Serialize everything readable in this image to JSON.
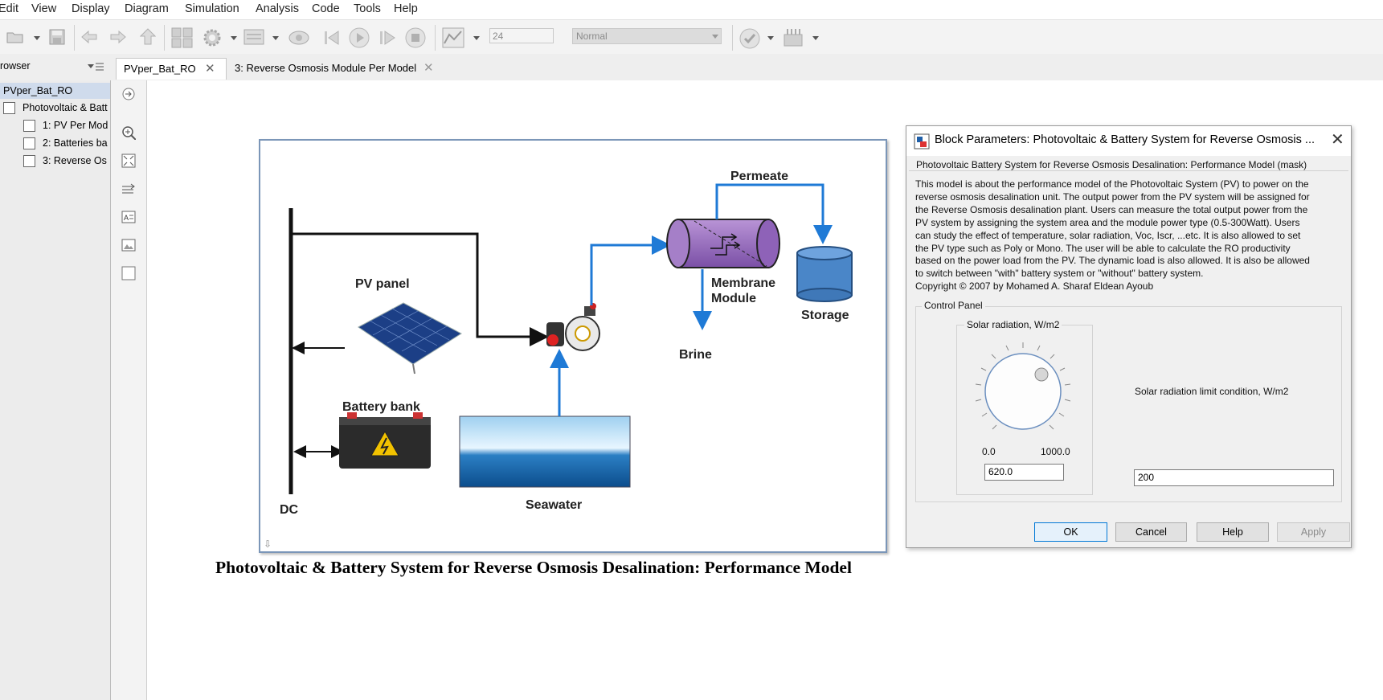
{
  "menubar": {
    "items": [
      "Edit",
      "View",
      "Display",
      "Diagram",
      "Simulation",
      "Analysis",
      "Code",
      "Tools",
      "Help"
    ]
  },
  "toolbar": {
    "stop_time": "24",
    "sim_mode": "Normal"
  },
  "tabs": [
    {
      "label": "PVper_Bat_RO",
      "active": true
    },
    {
      "label": "3: Reverse Osmosis Module Per Model",
      "active": false
    }
  ],
  "browser": {
    "title": "rowser",
    "root": "PVper_Bat_RO",
    "items": [
      "Photovoltaic & Batt",
      "1: PV Per Mod",
      "2: Batteries ba",
      "3: Reverse Os"
    ]
  },
  "diagram": {
    "labels": {
      "pv_panel": "PV panel",
      "battery_bank": "Battery  bank",
      "dc": "DC",
      "seawater": "Seawater",
      "permeate": "Permeate",
      "membrane": "Membrane",
      "module": "Module",
      "storage": "Storage",
      "brine": "Brine"
    },
    "caption": "Photovoltaic & Battery System for Reverse Osmosis Desalination: Performance Model"
  },
  "dialog": {
    "title": "Block Parameters: Photovoltaic & Battery System for Reverse Osmosis ...",
    "mask_header": "Photovoltaic  Battery System for Reverse Osmosis Desalination: Performance Model (mask)",
    "description_lines": [
      "This model is about the performance model of the Photovoltaic System (PV) to power on the",
      "reverse osmosis desalination unit. The output power from the PV system will be assigned for",
      "the Reverse Osmosis desalination  plant. Users can measure the total output power from the",
      "PV system by assigning the system area and the module power type (0.5-300Watt). Users",
      "can study the effect of temperature, solar radiation, Voc, Iscr, ...etc. It is also allowed to set",
      "the PV type such as Poly or Mono. The user will be able to calculate the RO productivity",
      "based on the power load from the PV. The dynamic load is also allowed. It is also be allowed",
      "to switch between \"with\" battery system or \"without\" battery system.",
      "Copyright © 2007 by Mohamed A. Sharaf Eldean Ayoub"
    ],
    "control_panel_label": "Control Panel",
    "knob": {
      "label": "Solar radiation, W/m2",
      "min_label": "0.0",
      "max_label": "1000.0",
      "value": "620.0"
    },
    "limit": {
      "label": "Solar radiation limit condition, W/m2",
      "value": "200"
    },
    "buttons": {
      "ok": "OK",
      "cancel": "Cancel",
      "help": "Help",
      "apply": "Apply"
    }
  },
  "colors": {
    "flow_blue": "#1f7ad6",
    "membrane_purple": "#9b6fc0",
    "storage_blue": "#4a86c8",
    "tab_active": "#ffffff",
    "dialog_bg": "#f0f0f0"
  }
}
